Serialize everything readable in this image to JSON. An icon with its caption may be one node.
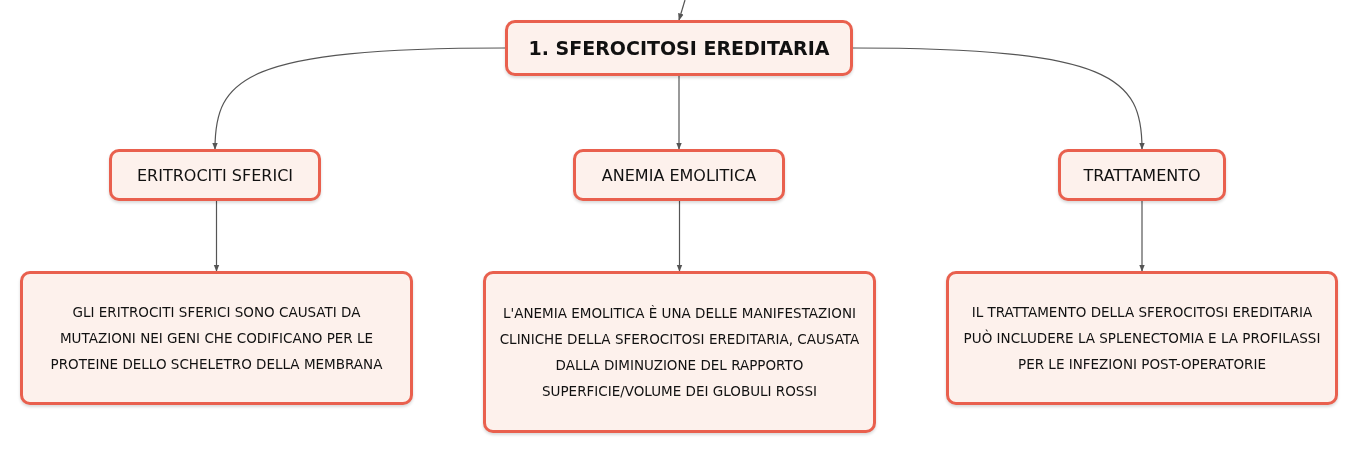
{
  "diagram": {
    "nodes": [
      {
        "text": [
          "1. SFEROCITOSI EREDITARIA"
        ]
      },
      {
        "text": [
          "ERITROCITI SFERICI"
        ]
      },
      {
        "text": [
          "ANEMIA EMOLITICA"
        ]
      },
      {
        "text": [
          "TRATTAMENTO"
        ]
      },
      {
        "text": [
          "GLI ERITROCITI SFERICI SONO CAUSATI DA MUTAZIONI NEI GENI CHE CODIFICANO PER LE PROTEINE DELLO SCHELETRO DELLA MEMBRANA"
        ]
      },
      {
        "text": [
          "L'ANEMIA EMOLITICA È UNA DELLE MANIFESTAZIONI CLINICHE DELLA SFEROCITOSI EREDITARIA, CAUSATA DALLA DIMINUZIONE DEL RAPPORTO SUPERFICIE/VOLUME DEI GLOBULI ROSSI"
        ]
      },
      {
        "text": [
          "IL TRATTAMENTO DELLA SFEROCITOSI EREDITARIA PUÒ INCLUDERE LA SPLENECTOMIA E LA PROFILASSI PER LE INFEZIONI POST-OPERATORIE"
        ]
      }
    ],
    "edges": [
      {
        "from": null,
        "to": 0,
        "arrow": "to"
      },
      {
        "from": 0,
        "to": 1,
        "arrow": "to"
      },
      {
        "from": 0,
        "to": 2,
        "arrow": "to"
      },
      {
        "from": 0,
        "to": 3,
        "arrow": "to"
      },
      {
        "from": 1,
        "to": 4,
        "arrow": "to"
      },
      {
        "from": 2,
        "to": 5,
        "arrow": "to"
      },
      {
        "from": 3,
        "to": 6,
        "arrow": "to"
      }
    ]
  }
}
